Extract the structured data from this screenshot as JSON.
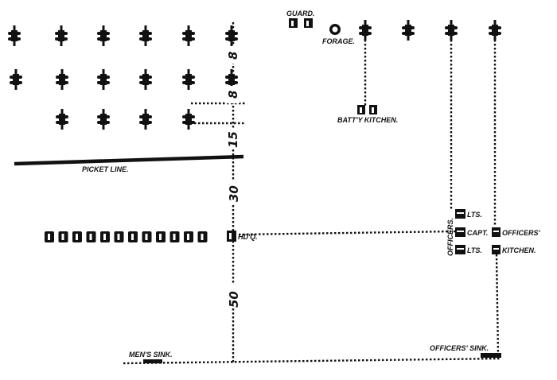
{
  "labels": {
    "guard": "GUARD.",
    "forage": "FORAGE.",
    "battery_kitchen": "BATT'Y KITCHEN.",
    "picket_line": "PICKET   LINE.",
    "headquarters": "HD'Q.",
    "officers": "OFFICERS.",
    "lts_1": "LTS.",
    "capt": "CAPT.",
    "lts_2": "LTS.",
    "officers_kitchen_1": "OFFICERS'",
    "officers_kitchen_2": "KITCHEN.",
    "mens_sink": "MEN'S SINK.",
    "officers_sink": "OFFICERS' SINK."
  },
  "distances": {
    "d1": "8",
    "d2": "8",
    "d3": "15",
    "d4": "30",
    "d5": "50"
  },
  "colors": {
    "ink": "#111111",
    "paper": "#ffffff"
  }
}
